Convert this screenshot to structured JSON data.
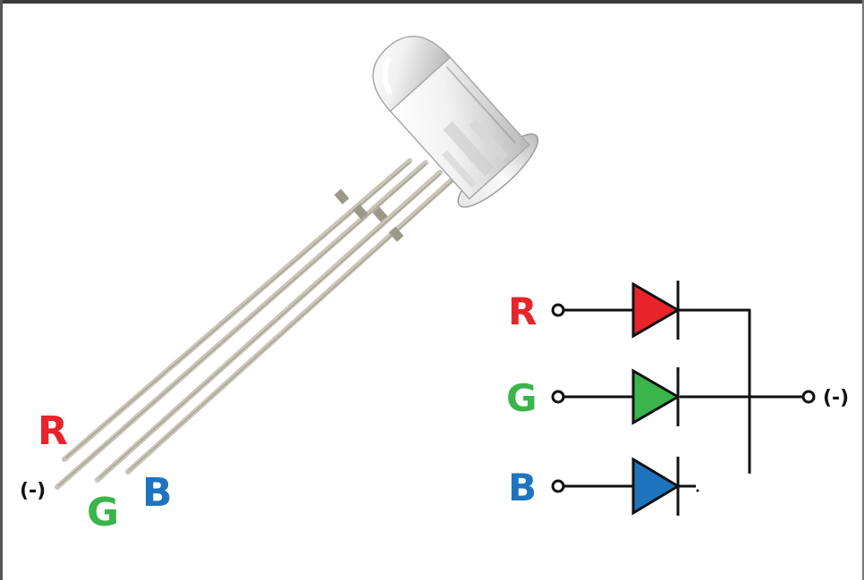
{
  "colors": {
    "red": "#e8232a",
    "green": "#3ab54a",
    "blue": "#1f74bf",
    "black": "#111111",
    "lead": "#c9c5b8"
  },
  "photo_labels": {
    "red": "R",
    "green": "G",
    "blue": "B",
    "cathode": "(-)"
  },
  "schematic": {
    "red": "R",
    "green": "G",
    "blue": "B",
    "cathode": "(-)"
  }
}
